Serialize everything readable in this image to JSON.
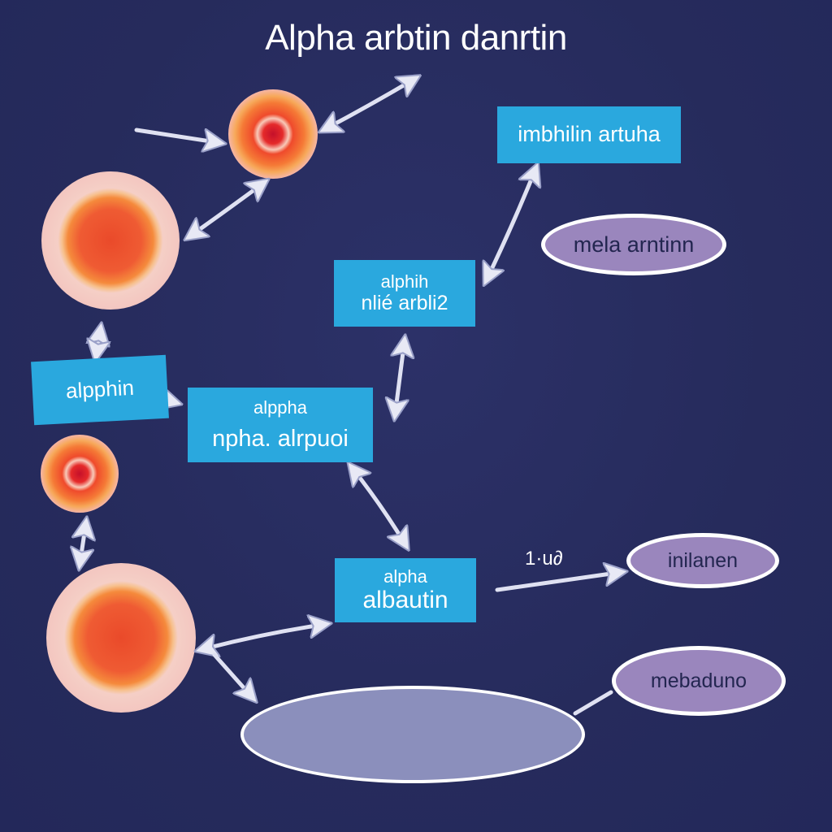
{
  "title": "Alpha arbtin danrtin",
  "boxes": {
    "top_right": {
      "text": "imbhilin artuha"
    },
    "middle": {
      "line1": "alphih",
      "line2": "nlié arbli2"
    },
    "left": {
      "text": "alpphin"
    },
    "center": {
      "line1": "alppha",
      "line2": "npha. alrpuoi"
    },
    "bottom": {
      "line1": "alpha",
      "line2": "albautin"
    }
  },
  "ovals": {
    "upper": {
      "text": "mela arntinn"
    },
    "lower": {
      "text": "inilanen"
    },
    "bottom": {
      "text": "mebaduno"
    },
    "large": {
      "text": ""
    }
  },
  "arrow_label": "1·u∂",
  "colors": {
    "background": "#262b5c",
    "box": "#2aa8de",
    "oval_fill": "#9a86bd",
    "large_oval_fill": "#8b8fbc",
    "cell_outer": "#f6d4cf",
    "cell_inner": "#ec5a2e",
    "arrow": "#ffffff"
  },
  "icons": [
    "cell-icon",
    "double-arrow-icon",
    "arrow-icon"
  ]
}
